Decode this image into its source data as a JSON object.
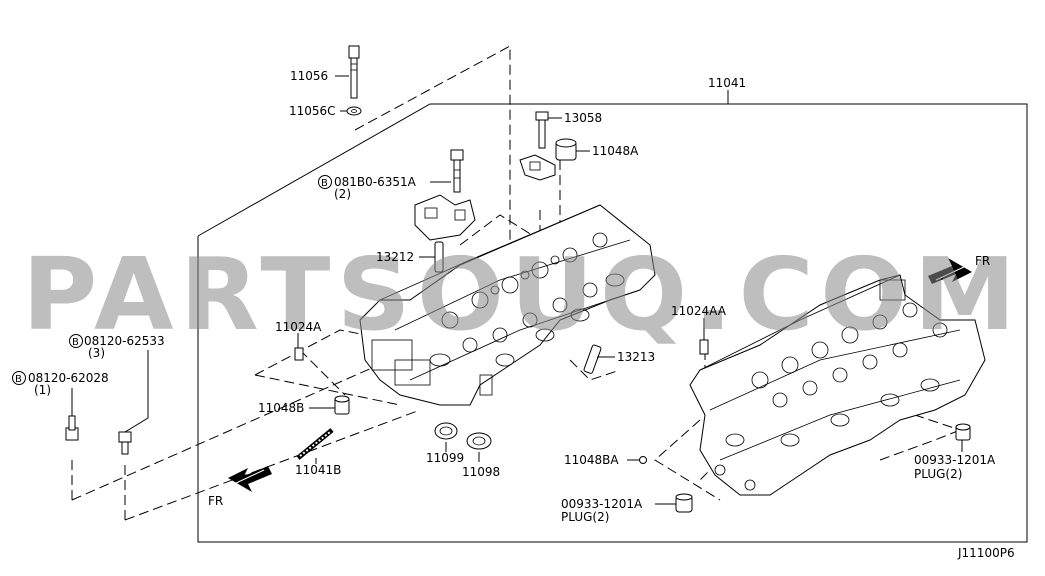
{
  "watermark": "PARTSOUQ.COM",
  "labels": {
    "p11056": "11056",
    "p11056c": "11056C",
    "p11041": "11041",
    "p13058": "13058",
    "p11048a": "11048A",
    "b081b0_num": "B",
    "b081b0": "081B0-6351A",
    "b081b0_qty": "(2)",
    "p13212": "13212",
    "p11024a": "11024A",
    "b08120_3_num": "B",
    "b08120_3": "08120-62533",
    "b08120_3_qty": "(3)",
    "b08120_1_num": "B",
    "b08120_1": "08120-62028",
    "b08120_1_qty": "(1)",
    "p11048b": "11048B",
    "p11041b": "11041B",
    "p11099": "11099",
    "p11098": "11098",
    "p13213": "13213",
    "p11024aa": "11024AA",
    "p11048ba": "11048BA",
    "plug1_num": "00933-1201A",
    "plug1_qty": "PLUG(2)",
    "plug2_num": "00933-1201A",
    "plug2_qty": "PLUG(2)",
    "fr_left": "FR",
    "fr_right": "FR",
    "diagram_code": "J11100P6"
  }
}
